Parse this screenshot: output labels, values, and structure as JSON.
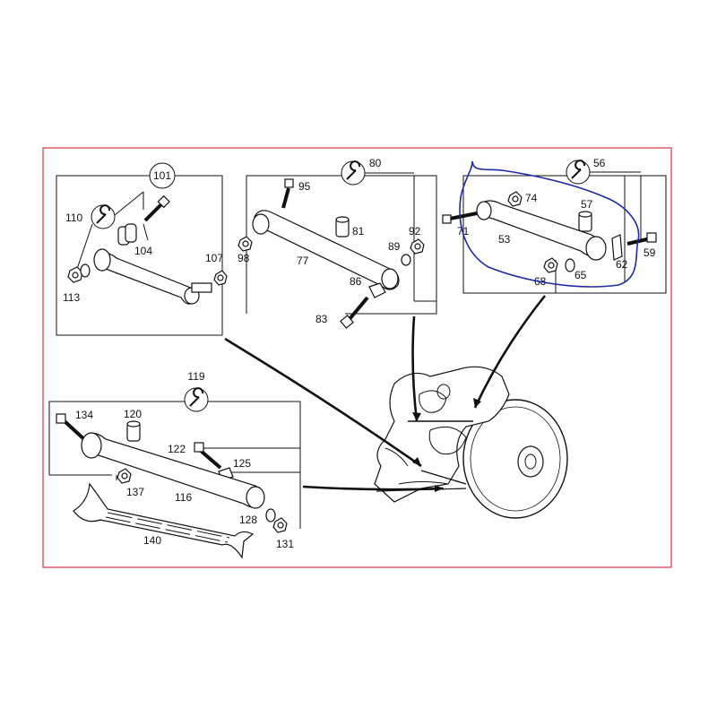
{
  "groups": [
    {
      "id": "101",
      "parts": {
        "bolt": "110",
        "bushing": "104",
        "nut_right": "107",
        "nut_left": "113"
      }
    },
    {
      "id": "80",
      "parts": {
        "bolt_top": "95",
        "sleeve": "81",
        "nut_right": "92",
        "washer": "89",
        "nut_left": "98",
        "arm": "77",
        "bracket": "86",
        "bolt_bottom": "83"
      }
    },
    {
      "id": "56",
      "parts": {
        "nut_top": "74",
        "sleeve": "57",
        "bolt_left": "71",
        "arm": "53",
        "bolt_right": "59",
        "plate": "62",
        "nut": "68",
        "washer": "65"
      }
    },
    {
      "id": "119",
      "parts": {
        "bolt": "134",
        "sleeve": "120",
        "bolt_mid": "122",
        "washer": "125",
        "nut_left": "137",
        "arm": "116",
        "bushing": "128",
        "nut_right": "131",
        "rod": "140"
      }
    }
  ],
  "colors": {
    "frame": "#d9344a",
    "highlight": "#1c2aa8",
    "line": "#111111"
  },
  "icons": [
    "wrench-icon"
  ]
}
